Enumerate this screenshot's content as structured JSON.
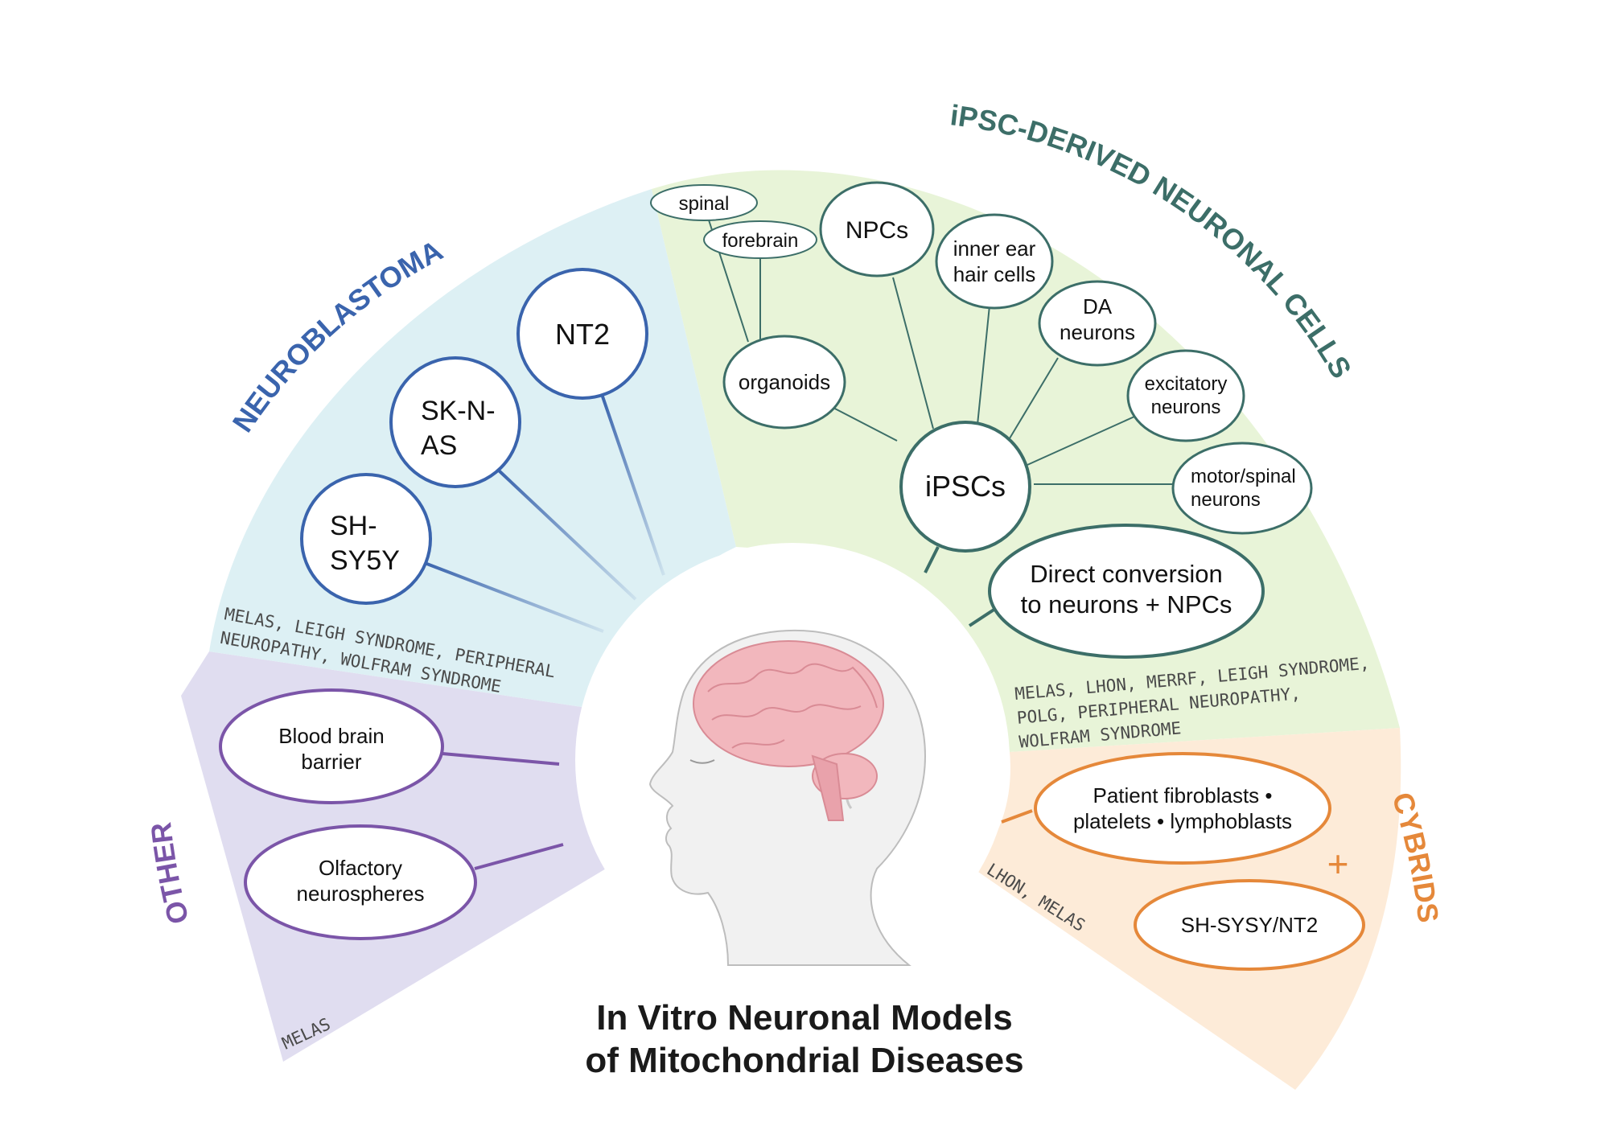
{
  "title": {
    "line1": "In Vitro Neuronal Models",
    "line2": "of Mitochondrial Diseases"
  },
  "colors": {
    "neuroblastoma": "#3a64ad",
    "ipsc": "#3c6e68",
    "other": "#7b55a8",
    "cybrids": "#e5883a",
    "bg_blue": "#ddf0f4",
    "bg_green": "#e8f4d8",
    "bg_purple": "#e0ddf0",
    "bg_orange": "#fdebd8"
  },
  "sectors": {
    "neuroblastoma": {
      "label": "NEUROBLASTOMA",
      "nodes": {
        "sh": "SH-",
        "sh2": "SY5Y",
        "sk": "SK-N-",
        "sk2": "AS",
        "nt2": "NT2"
      },
      "diseases": [
        "MELAS, LEIGH SYNDROME, PERIPHERAL",
        "NEUROPATHY, WOLFRAM SYNDROME"
      ]
    },
    "ipsc": {
      "label": "iPSC-DERIVED NEURONAL CELLS",
      "nodes": {
        "spinal": "spinal",
        "forebrain": "forebrain",
        "npcs": "NPCs",
        "inner_ear_1": "inner ear",
        "inner_ear_2": "hair cells",
        "da_1": "DA",
        "da_2": "neurons",
        "organoids": "organoids",
        "excitatory_1": "excitatory",
        "excitatory_2": "neurons",
        "ipscs": "iPSCs",
        "motor_1": "motor/spinal",
        "motor_2": "neurons",
        "direct_1": "Direct conversion",
        "direct_2": "to neurons + NPCs"
      },
      "diseases": [
        "MELAS, LHON, MERRF, LEIGH SYNDROME,",
        "POLG, PERIPHERAL NEUROPATHY,",
        "WOLFRAM SYNDROME"
      ]
    },
    "other": {
      "label": "OTHER",
      "nodes": {
        "bbb_1": "Blood brain",
        "bbb_2": "barrier",
        "olf_1": "Olfactory",
        "olf_2": "neurospheres"
      },
      "diseases": [
        "MELAS"
      ]
    },
    "cybrids": {
      "label": "CYBRIDS",
      "nodes": {
        "patient_1": "Patient fibroblasts •",
        "patient_2": "platelets • lymphoblasts",
        "plus": "+",
        "sh_nt2": "SH-SYSY/NT2"
      },
      "diseases": [
        "LHON, MELAS"
      ]
    }
  }
}
